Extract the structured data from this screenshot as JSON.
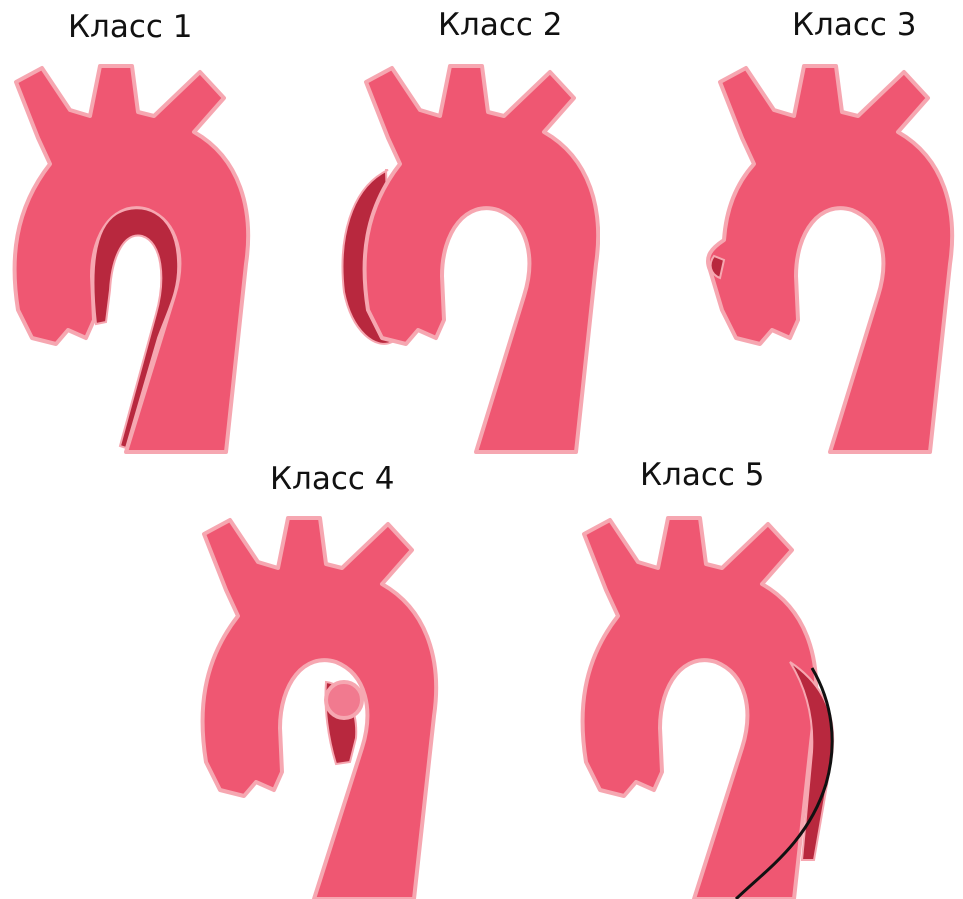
{
  "colors": {
    "vessel": "#ef5772",
    "wall": "#f6a7b1",
    "hematoma": "#b8283e",
    "guidewire": "#111111",
    "background": "#ffffff"
  },
  "panels": [
    {
      "label": "Класс 1"
    },
    {
      "label": "Класс 2"
    },
    {
      "label": "Класс 3"
    },
    {
      "label": "Класс 4"
    },
    {
      "label": "Класс 5"
    }
  ]
}
